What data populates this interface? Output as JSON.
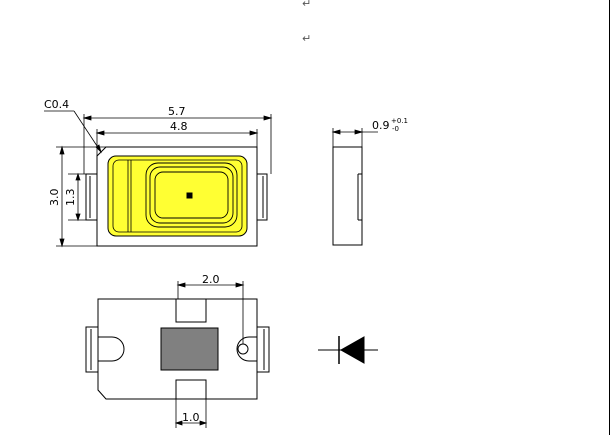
{
  "marks": {
    "return_glyph": "↵"
  },
  "top_view": {
    "chamfer_label": "C0.4",
    "overall_length": "5.7",
    "body_length": "4.8",
    "overall_width": "3.0",
    "lead_width": "1.3",
    "lens_color": "#ffff33"
  },
  "side_view": {
    "thickness_base": "0.9",
    "tol_upper": "+0.1",
    "tol_lower": "-0"
  },
  "bottom_view": {
    "pad_spacing": "2.0",
    "pad_width": "1.0",
    "pad_color": "#808080"
  }
}
